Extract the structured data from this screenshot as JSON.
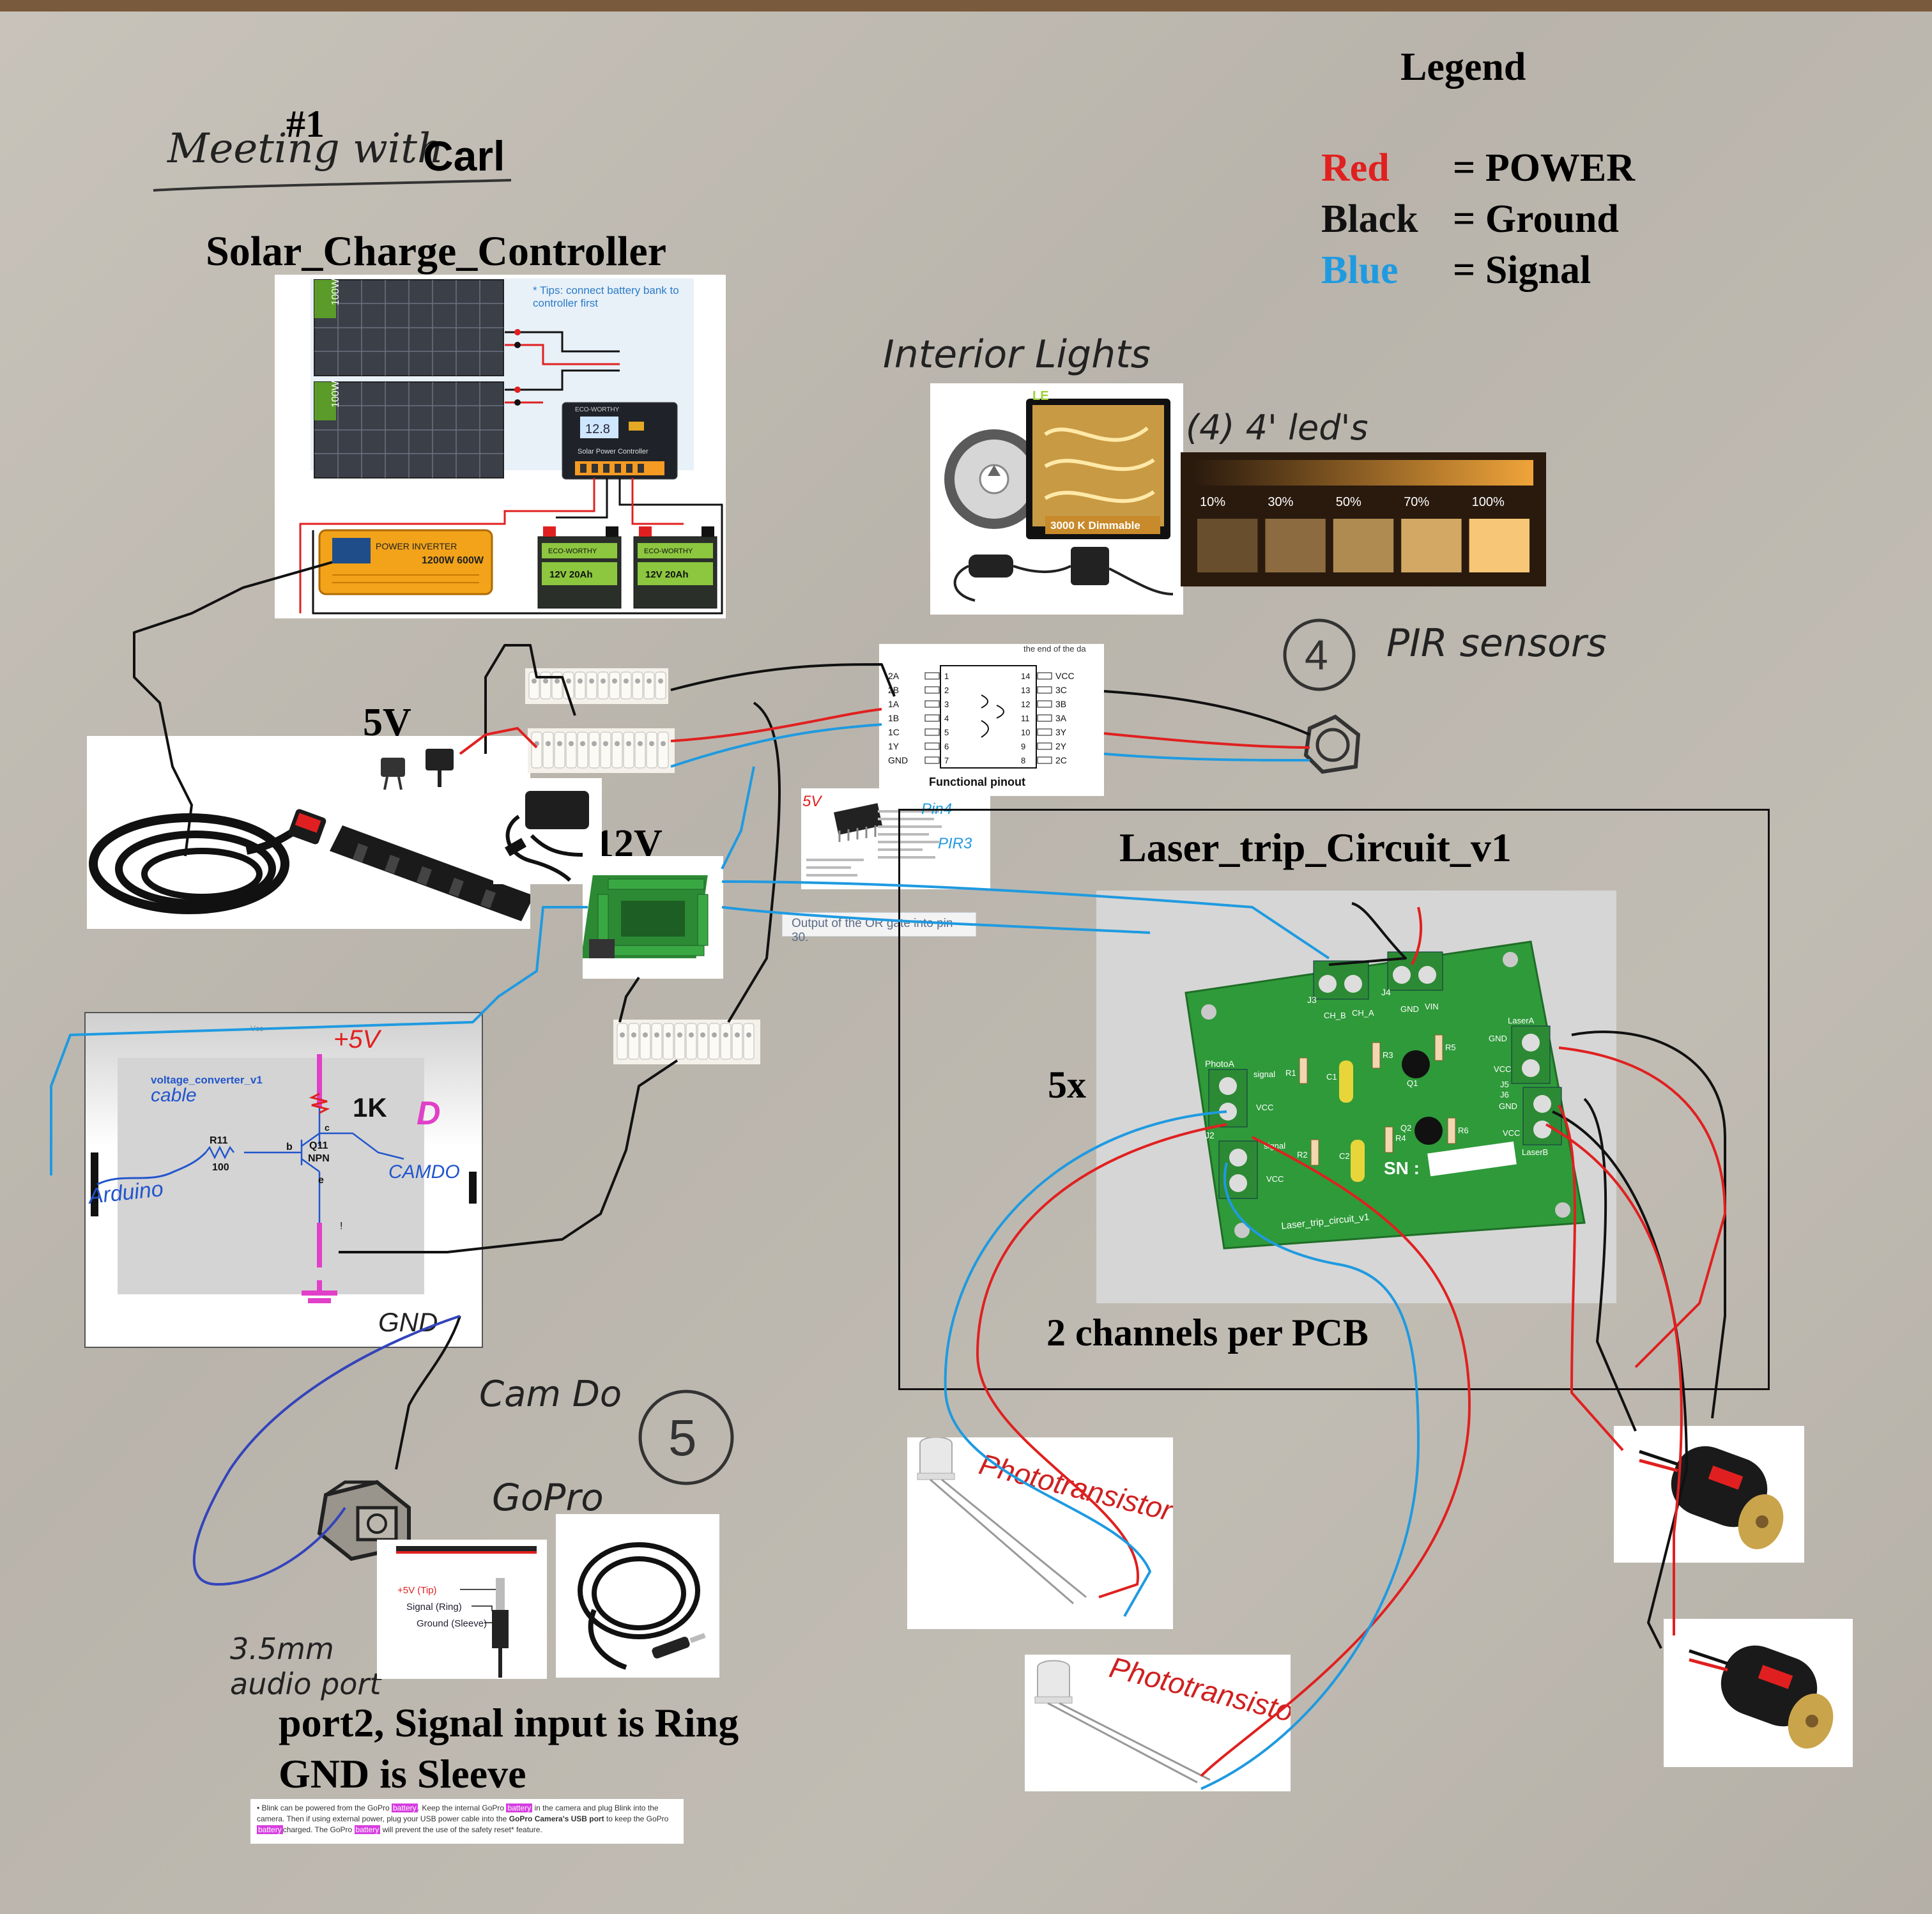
{
  "legend": {
    "title": "Legend",
    "rows": [
      {
        "color_word": "Red",
        "meaning": "= POWER",
        "color": "#e02020"
      },
      {
        "color_word": "Black",
        "meaning": "= Ground",
        "color": "#111111"
      },
      {
        "color_word": "Blue",
        "meaning": "= Signal",
        "color": "#1f9ae0"
      }
    ]
  },
  "header": {
    "meeting_handwritten": "Meeting with",
    "meeting_number": "#1",
    "meeting_name": "Carl"
  },
  "solar": {
    "title": "Solar_Charge_Controller",
    "tip_text": "* Tips: connect battery bank to controller first",
    "panel_label": "100W",
    "controller_brand": "ECO-WORTHY",
    "controller_label": "Solar Power Controller",
    "controller_display": "12.8",
    "inverter_label": "POWER INVERTER",
    "inverter_watts": "1200W 600W",
    "battery_label": "12V 20Ah",
    "battery_brand": "ECO-WORTHY"
  },
  "interior_lights": {
    "label": "Interior Lights",
    "count_label": "(4) 4' led's",
    "product_box": "3000 K Dimmable",
    "box_brand": "LE",
    "dimmer_levels": [
      "10%",
      "30%",
      "50%",
      "70%",
      "100%"
    ]
  },
  "pir": {
    "label_number": "4",
    "label_text": "PIR sensors"
  },
  "power_supplies": {
    "five_v": "5V",
    "twelve_v": "12V"
  },
  "or_gate": {
    "cut_text": "the end of the da",
    "title": "Functional pinout",
    "left_pins": [
      {
        "name": "2A",
        "num": "1"
      },
      {
        "name": "2B",
        "num": "2"
      },
      {
        "name": "1A",
        "num": "3"
      },
      {
        "name": "1B",
        "num": "4"
      },
      {
        "name": "1C",
        "num": "5"
      },
      {
        "name": "1Y",
        "num": "6"
      },
      {
        "name": "GND",
        "num": "7"
      }
    ],
    "right_pins": [
      {
        "name": "VCC",
        "num": "14"
      },
      {
        "name": "3C",
        "num": "13"
      },
      {
        "name": "3B",
        "num": "12"
      },
      {
        "name": "3A",
        "num": "11"
      },
      {
        "name": "3Y",
        "num": "10"
      },
      {
        "name": "2Y",
        "num": "9"
      },
      {
        "name": "2C",
        "num": "8"
      }
    ]
  },
  "small_pinout": {
    "label_5v": "5V",
    "label_pin4": "Pin4",
    "label_pir3": "PIR3"
  },
  "output_note": "Output of the OR gate into pin 30.",
  "laser_circuit": {
    "title": "Laser_trip_Circuit_v1",
    "multiplier": "5x",
    "caption": "2 channels per PCB",
    "pcb_name": "Laser_trip_circuit_v1",
    "sn_label": "SN :",
    "pcb_labels": {
      "j3": "J3",
      "j4": "J4",
      "j2": "J2",
      "j5": "J5",
      "j6": "J6",
      "ch_b": "CH_B",
      "ch_a": "CH_A",
      "gnd": "GND",
      "vin": "VIN",
      "photo_a": "PhotoA",
      "signal": "signal",
      "vcc": "VCC",
      "laser_a": "LaserA",
      "laser_b": "LaserB",
      "r1": "R1",
      "r3": "R3",
      "r5": "R5",
      "r2": "R2",
      "r4": "R4",
      "r6": "R6",
      "c1": "C1",
      "c2": "C2",
      "q1": "Q1",
      "q2": "Q2"
    }
  },
  "voltage_converter": {
    "title": "voltage_converter_v1",
    "cable_label": "cable",
    "top_label": "+5V",
    "resistor_label": "1K",
    "r11_label": "R11",
    "r11_value": "100",
    "q_label": "Q11",
    "q_type": "NPN",
    "pin_b": "b",
    "pin_c": "c",
    "pin_e": "e",
    "arduino_label": "Arduino",
    "camdo_label": "CAMDO",
    "gnd_label": "GND",
    "vcc_header": "Vcc",
    "pink_mark": "D"
  },
  "camdo": {
    "cam_do": "Cam Do",
    "gopro": "GoPro",
    "circle_number": "5",
    "audio_port": "3.5mm audio port",
    "tip_label": "+5V (Tip)",
    "ring_label": "Signal (Ring)",
    "sleeve_label": "Ground (Sleeve)",
    "port_note_line1": "port2, Signal input is Ring",
    "port_note_line2": "GND is Sleeve"
  },
  "blink_note": {
    "text_before": "• Blink can be powered from the GoPro",
    "hl1": "battery",
    "text_2": ". Keep the internal GoPro",
    "hl2": "battery",
    "text_3": "in the camera and plug Blink into the camera. Then if using external power, plug your USB power cable into the",
    "bold": "GoPro Camera's USB port",
    "text_4": "to keep the GoPro",
    "hl3": "battery",
    "text_5": "charged. The GoPro",
    "hl4": "battery",
    "text_6": "will prevent the use of the safety reset* feature."
  },
  "phototransistor_label": "Phototransistor",
  "colors": {
    "power": "#e02020",
    "ground": "#111111",
    "signal": "#1f9ae0",
    "pcb_green": "#2f9a3a",
    "terminal_green": "#2c8a34",
    "magenta": "#e040c8"
  }
}
